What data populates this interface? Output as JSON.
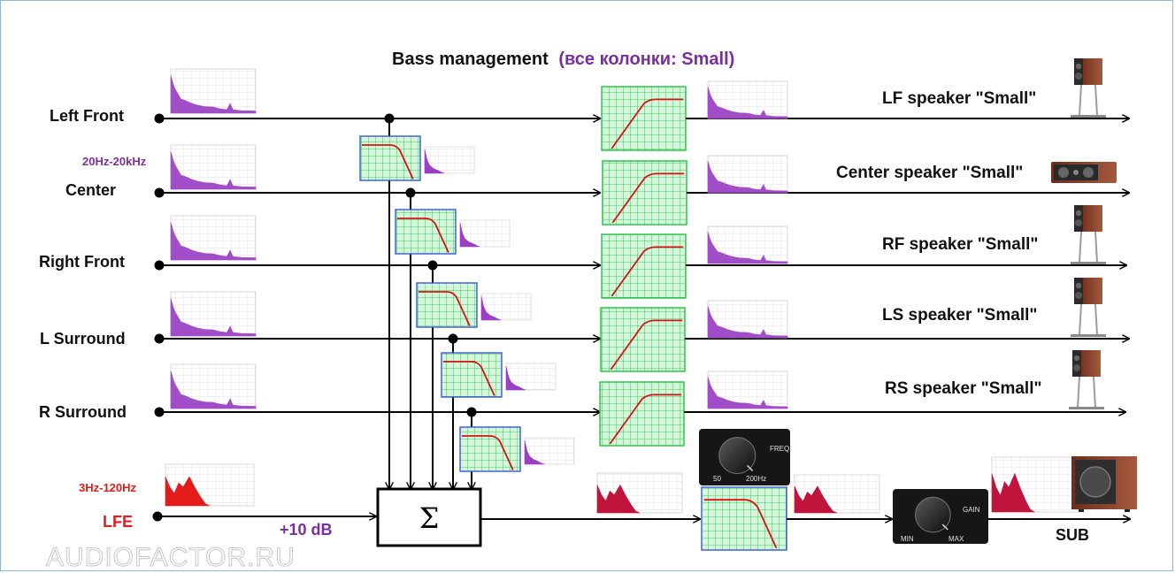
{
  "title": {
    "main": "Bass management",
    "sub": "(все колонки: Small)"
  },
  "inputs": [
    {
      "label": "Left Front"
    },
    {
      "label": "Center",
      "note": "20Hz-20kHz"
    },
    {
      "label": "Right Front"
    },
    {
      "label": "L Surround"
    },
    {
      "label": "R Surround"
    },
    {
      "label": "LFE",
      "note": "3Hz-120Hz"
    }
  ],
  "outputs": [
    {
      "label": "LF speaker \"Small\"",
      "speaker_icon": "bookshelf-speaker-on-stand"
    },
    {
      "label": "Center speaker \"Small\"",
      "speaker_icon": "center-channel-speaker"
    },
    {
      "label": "RF speaker \"Small\"",
      "speaker_icon": "bookshelf-speaker-on-stand"
    },
    {
      "label": "LS speaker \"Small\"",
      "speaker_icon": "bookshelf-speaker-on-stand"
    },
    {
      "label": "RS speaker \"Small\"",
      "speaker_icon": "bookshelf-speaker-on-stand"
    }
  ],
  "lfe_gain": "+10 dB",
  "summer_symbol": "Σ",
  "crossover_knob": {
    "label": "FREQ",
    "min": "50",
    "max": "200Hz"
  },
  "gain_knob": {
    "label": "GAIN",
    "min": "MIN",
    "max": "MAX"
  },
  "sub_label": "SUB",
  "watermark": "AUDIOFACTOR.RU",
  "colors": {
    "spectrum_full": "#9b3fc4",
    "spectrum_lfe": "#e41b1b",
    "spectrum_sub": "#c0143c",
    "filter_grid": "#19b23a",
    "filter_curve": "#d41414",
    "text_purple": "#7a2fa0"
  }
}
